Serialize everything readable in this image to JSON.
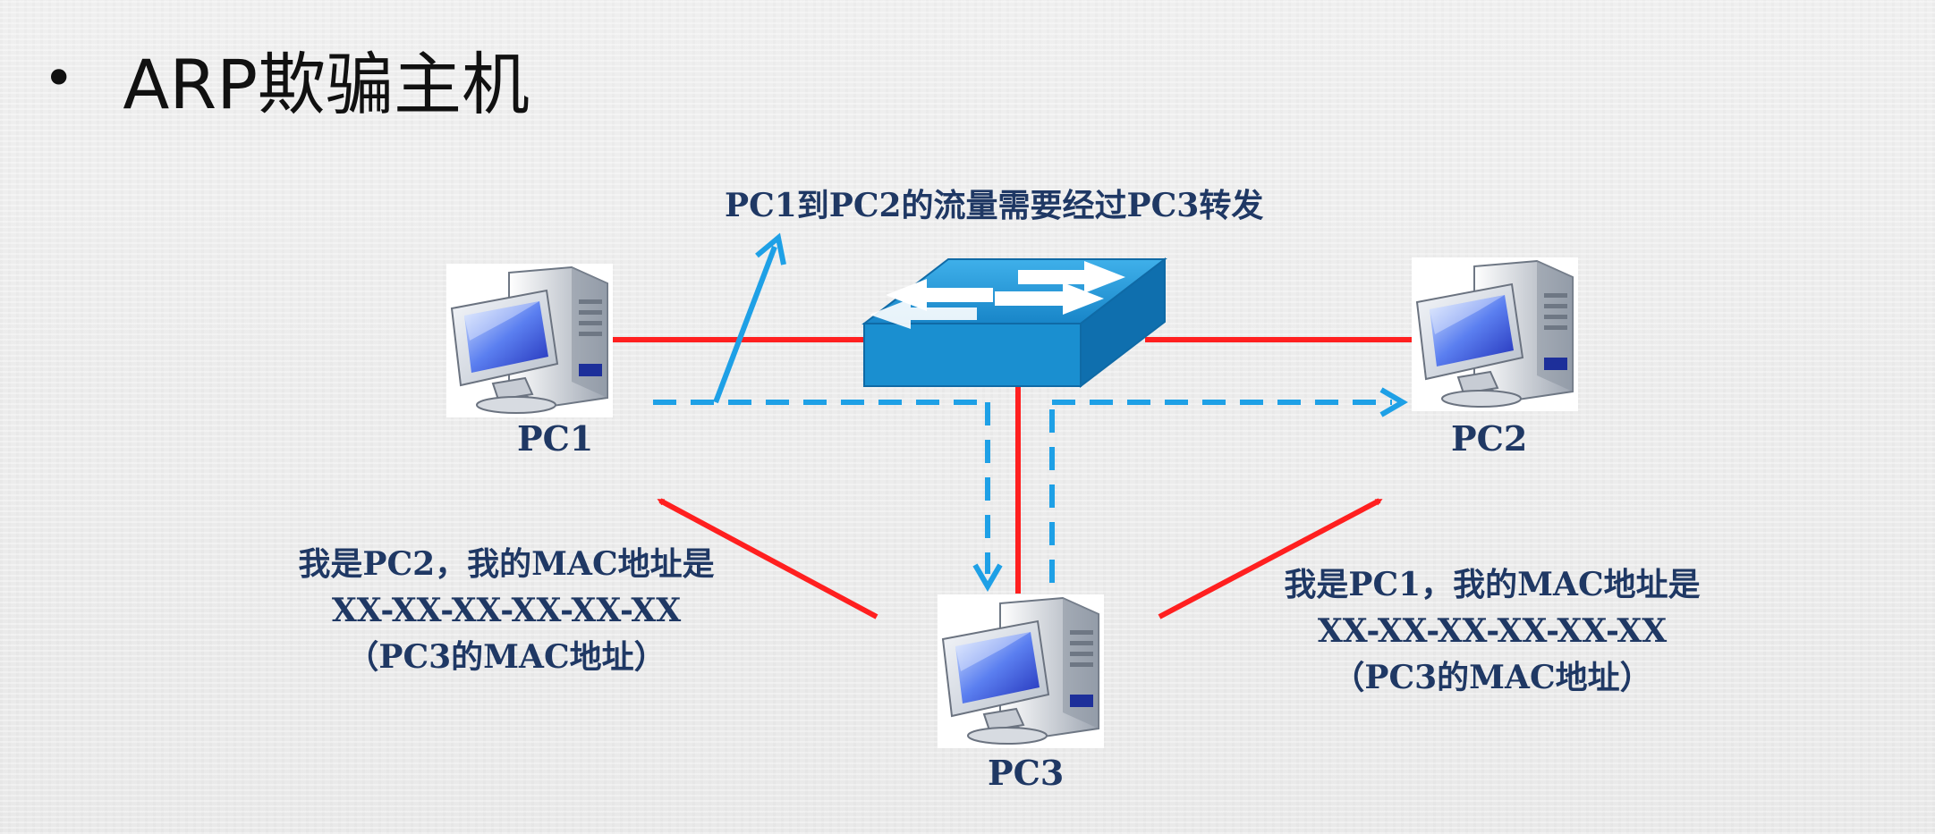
{
  "slide": {
    "bullet": "•",
    "title": "ARP欺骗主机"
  },
  "diagram": {
    "forward_note": "PC1到PC2的流量需要经过PC3转发",
    "nodes": {
      "pc1": "PC1",
      "pc2": "PC2",
      "pc3": "PC3"
    },
    "spoof_to_pc1": {
      "line1": "我是PC2，我的MAC地址是",
      "line2": "XX-XX-XX-XX-XX-XX",
      "line3": "（PC3的MAC地址）"
    },
    "spoof_to_pc2": {
      "line1": "我是PC1，我的MAC地址是",
      "line2": "XX-XX-XX-XX-XX-XX",
      "line3": "（PC3的MAC地址）"
    },
    "colors": {
      "link": "#ff1f1f",
      "traffic": "#1ea0e6",
      "spoof_arrow": "#ff1f1f",
      "label_text": "#1f3864",
      "switch": "#1a8fd0"
    }
  }
}
